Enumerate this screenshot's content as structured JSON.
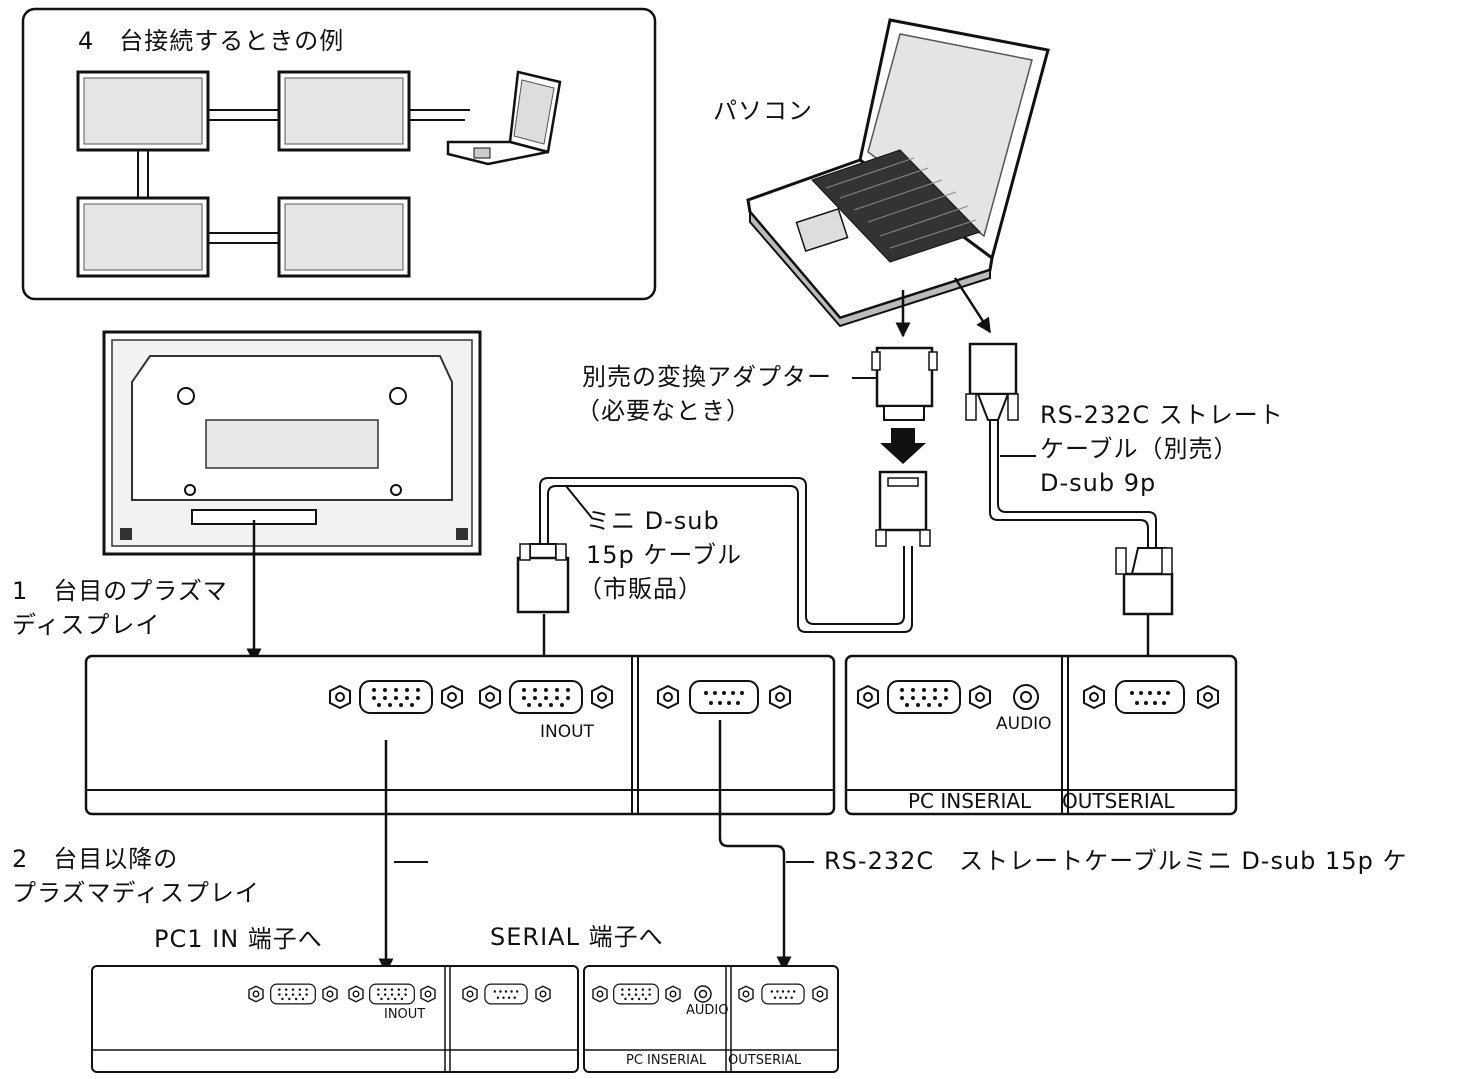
{
  "inset": {
    "title": "4　台接続するときの例"
  },
  "labels": {
    "pc": "パソコン",
    "adapter_line1": "別売の変換アダプター",
    "adapter_line2": "（必要なとき）",
    "rs232_line1": "RS-232C ストレート",
    "rs232_line2": "ケーブル（別売）",
    "rs232_line3": "D-sub 9p",
    "mini_line1": "ミニ D-sub",
    "mini_line2": "15p ケーブル",
    "mini_line3": "（市販品）",
    "first_line1": "1　台目のプラズマ",
    "first_line2": "ディスプレイ",
    "second_line1": "2　台目以降の",
    "second_line2": "プラズマディスプレイ",
    "cable_note": "RS-232C　ストレートケーブルミニ D-sub 15p ケ",
    "pc1_in_terminal": "PC1 IN 端子へ",
    "serial_terminal": "SERIAL 端子へ"
  },
  "panel_upper": {
    "inout": "INOUT",
    "audio": "AUDIO",
    "pc_in_serial": "PC INSERIAL",
    "out_serial": "OUTSERIAL"
  },
  "panel_lower": {
    "inout": "INOUT",
    "audio": "AUDIO",
    "pc_in_serial": "PC INSERIAL",
    "out_serial": "OUTSERIAL"
  }
}
